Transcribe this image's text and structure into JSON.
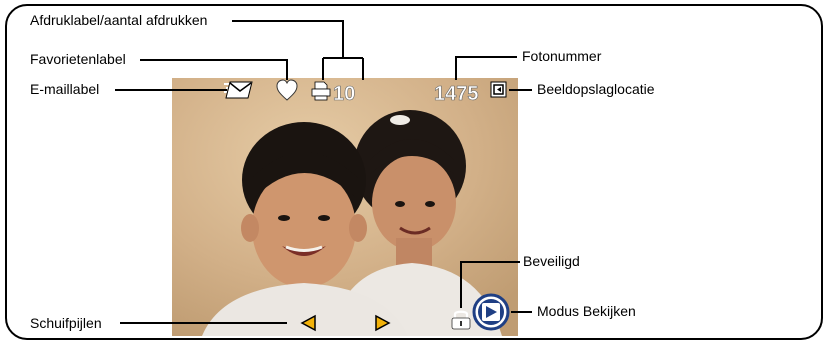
{
  "callouts": {
    "print_label": "Afdruklabel/aantal afdrukken",
    "favorite_label": "Favorietenlabel",
    "email_label": "E-maillabel",
    "photo_number": "Fotonummer",
    "storage_location": "Beeldopslaglocatie",
    "protected": "Beveiligd",
    "review_mode": "Modus Bekijken",
    "scroll_arrows": "Schuifpijlen"
  },
  "photo_overlay": {
    "print_count": "10",
    "photo_number": "1475"
  },
  "colors": {
    "line": "#000000",
    "arrow_fill": "#f2b20a",
    "review_button": "#1f3f84",
    "overlay_text": "#ffffff"
  },
  "icons": [
    "email-icon",
    "heart-icon",
    "print-icon",
    "storage-card-icon",
    "lock-icon",
    "scroll-left-icon",
    "scroll-right-icon",
    "review-play-icon"
  ]
}
